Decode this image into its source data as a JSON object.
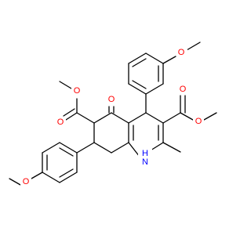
{
  "molecule": {
    "colors": {
      "bond": "#000000",
      "oxygen": "#ff0000",
      "nitrogen": "#0000ff",
      "background": "#ffffff"
    },
    "atom_labels": {
      "o_methoxy_top": "O",
      "o_ester_right_carbonyl": "O",
      "o_ester_right_single": "O",
      "o_ester_left_carbonyl": "O",
      "o_ester_left_single": "O",
      "o_ketone": "O",
      "o_methoxy_bottom": "O",
      "nh": "H",
      "nh_n": "N"
    }
  }
}
